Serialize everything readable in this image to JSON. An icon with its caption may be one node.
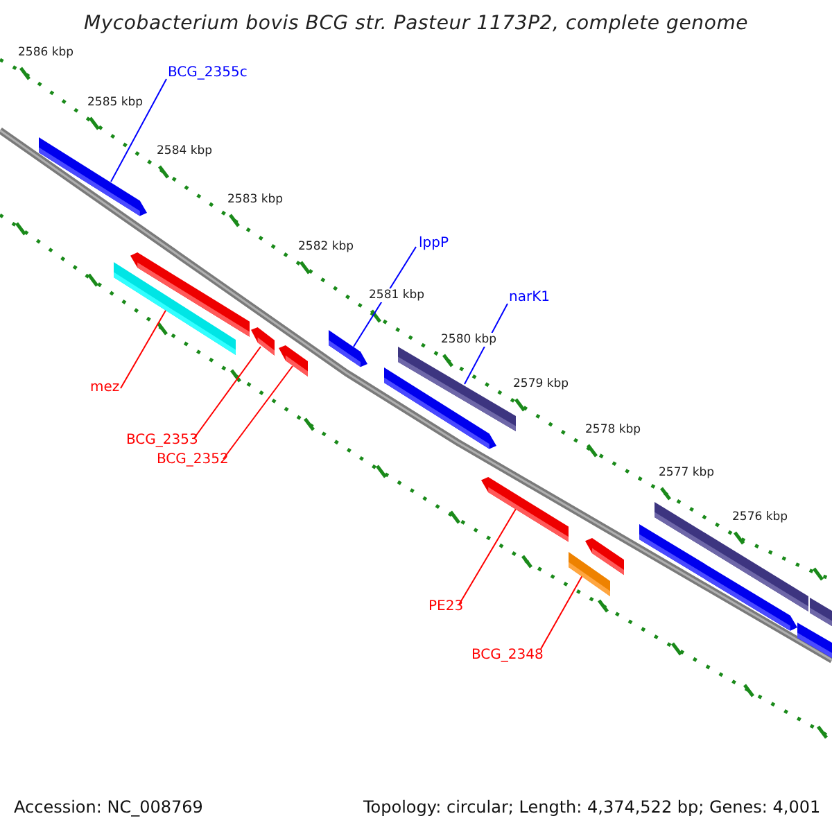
{
  "diagram": {
    "title": "Mycobacterium bovis BCG str. Pasteur 1173P2, complete genome",
    "nodes": [
      {
        "text": [
          "BCG_2355c"
        ]
      },
      {
        "text": [
          "lppP"
        ]
      },
      {
        "text": [
          "narK1"
        ]
      },
      {
        "text": [
          "mez"
        ]
      },
      {
        "text": [
          "BCG_2353"
        ]
      },
      {
        "text": [
          "BCG_2352"
        ]
      },
      {
        "text": [
          "PE23"
        ]
      },
      {
        "text": [
          "BCG_2348"
        ]
      },
      {
        "text": [],
        "shape": "bar"
      },
      {
        "text": [],
        "shape": "bar"
      },
      {
        "text": [],
        "shape": "bar"
      },
      {
        "text": [],
        "shape": "bar"
      },
      {
        "text": [],
        "shape": "bar"
      },
      {
        "text": [],
        "shape": "bar"
      },
      {
        "text": [],
        "shape": "bar"
      },
      {
        "text": [],
        "shape": "bar"
      },
      {
        "text": [],
        "shape": "bar"
      },
      {
        "text": [],
        "shape": "bar"
      },
      {
        "text": [],
        "shape": "bar"
      },
      {
        "text": [],
        "shape": "bar"
      },
      {
        "text": [],
        "shape": "bar"
      },
      {
        "text": [],
        "shape": "bar"
      },
      {
        "text": [],
        "shape": "bar"
      }
    ],
    "edges": [
      {
        "from": 0,
        "to": 8,
        "arrow": "none",
        "color": "#0000ff"
      },
      {
        "from": 1,
        "to": 13,
        "arrow": "none",
        "color": "#0000ff"
      },
      {
        "from": 2,
        "to": 14,
        "arrow": "none",
        "color": "#0000ff"
      },
      {
        "from": 3,
        "to": 10,
        "arrow": "none"
      },
      {
        "from": 4,
        "to": 11,
        "arrow": "none"
      },
      {
        "from": 5,
        "to": 12,
        "arrow": "none"
      },
      {
        "from": 6,
        "to": 16,
        "arrow": "none"
      },
      {
        "from": 7,
        "to": 18,
        "arrow": "none"
      }
    ],
    "labels": [
      "2586 kbp",
      "2585 kbp",
      "2584 kbp",
      "2583 kbp",
      "2582 kbp",
      "2581 kbp",
      "2580 kbp",
      "2579 kbp",
      "2578 kbp",
      "2577 kbp",
      "2576 kbp",
      "Accession: NC_008769",
      "Topology: circular; Length: 4,374,522 bp; Genes: 4,001"
    ]
  }
}
